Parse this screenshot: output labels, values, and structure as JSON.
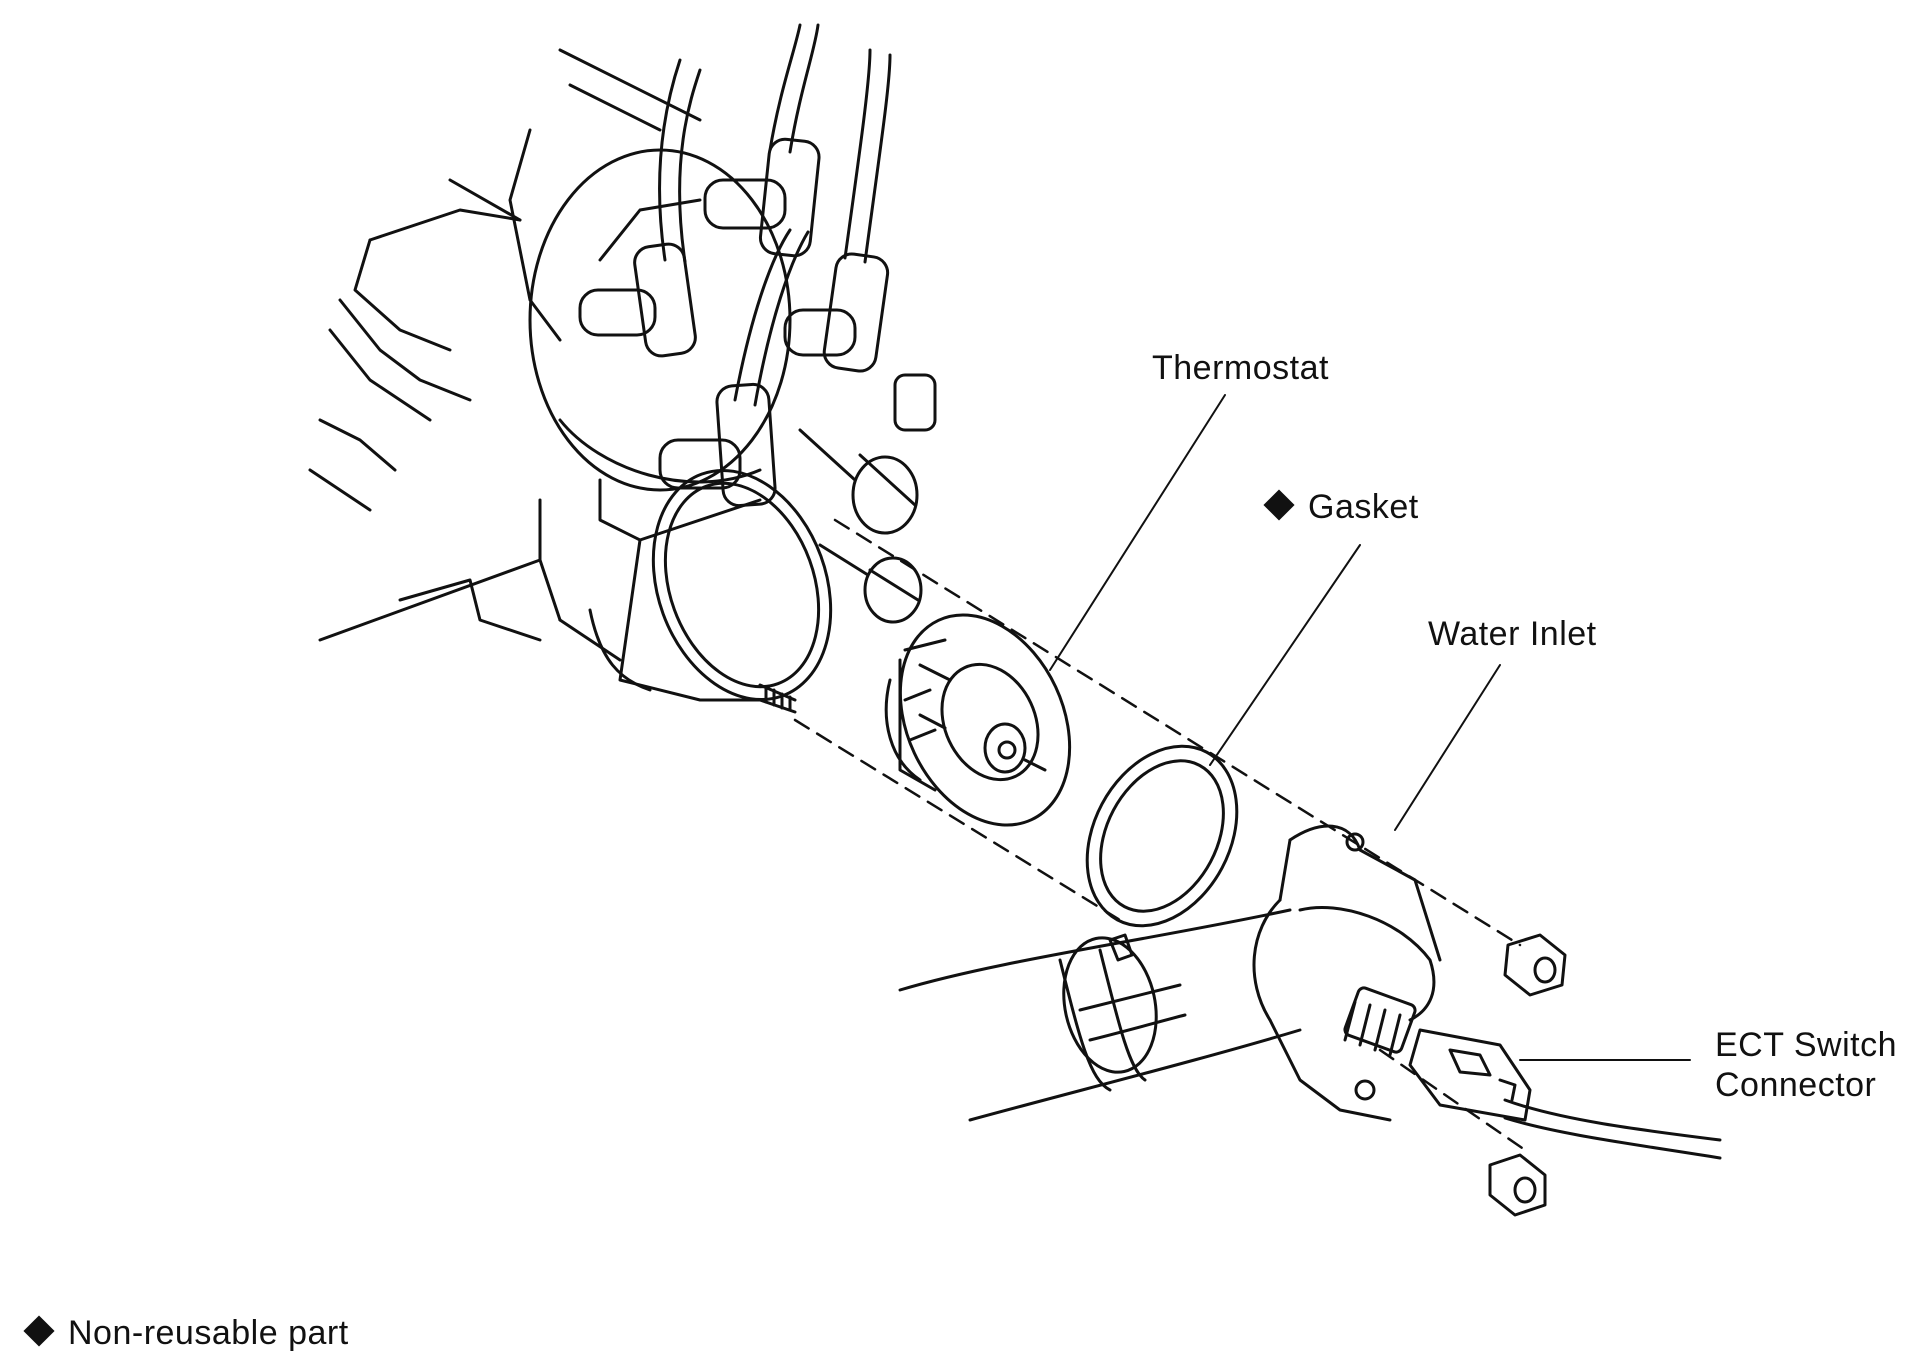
{
  "labels": {
    "thermostat": "Thermostat",
    "gasket": "Gasket",
    "water_inlet": "Water Inlet",
    "ect_line1": "ECT Switch",
    "ect_line2": "Connector"
  },
  "legend": {
    "text": "Non-reusable part"
  },
  "icons": {
    "non_reusable": "diamond-icon"
  }
}
